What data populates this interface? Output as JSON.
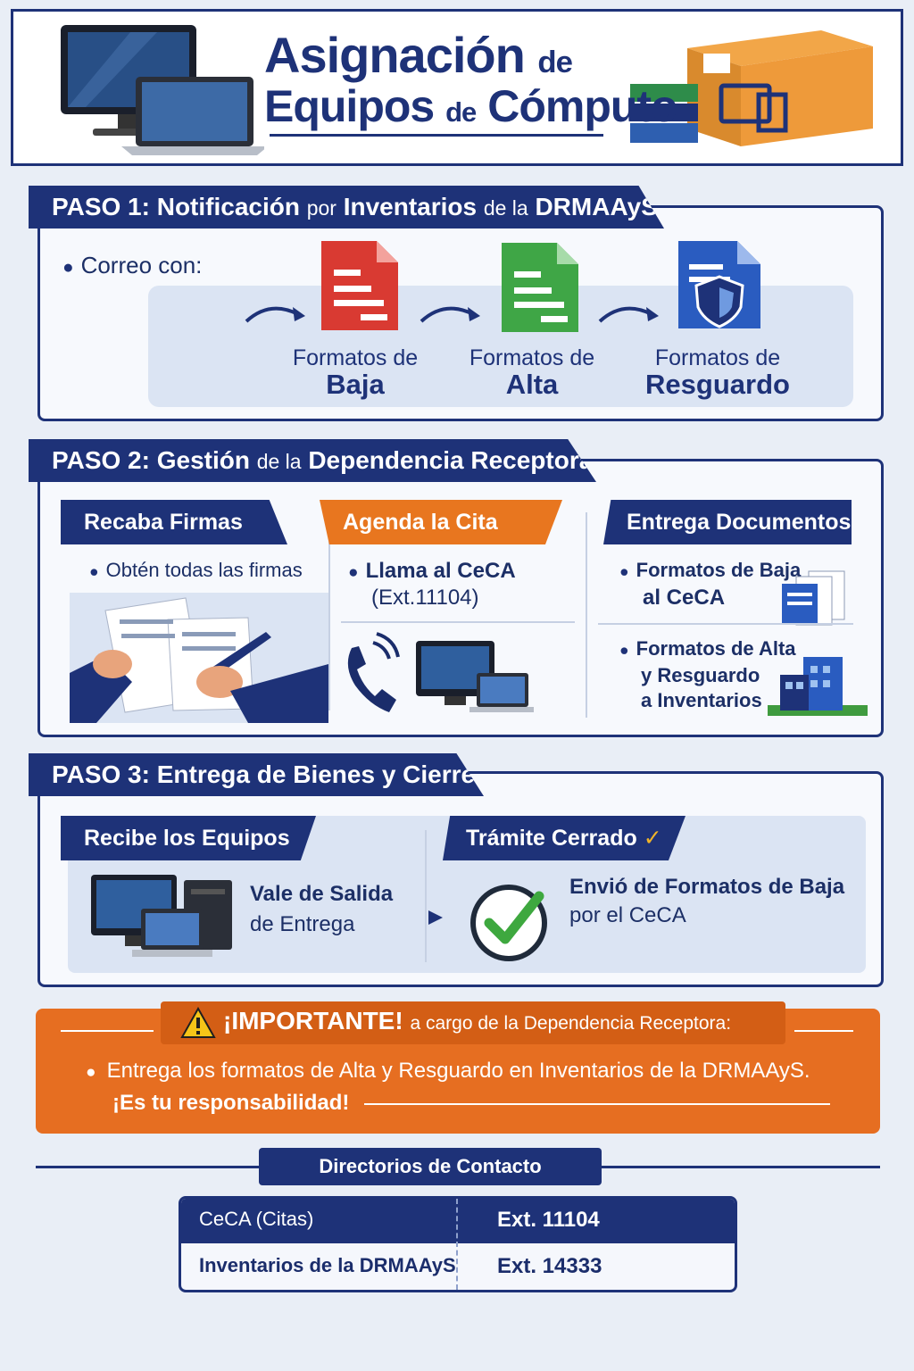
{
  "header": {
    "title_big1": "Asignación",
    "title_small1": "de",
    "title_big2": "Equipos",
    "title_small2": "de",
    "title_big3": "Cómputo"
  },
  "step1": {
    "banner_bold": "PASO 1:",
    "banner_a": "Notificación",
    "banner_b": "por",
    "banner_c": "Inventarios",
    "banner_d": "de la",
    "banner_e": "DRMAAyS",
    "bullet": "Correo con:",
    "docs": [
      {
        "line1": "Formatos de",
        "line2": "Baja",
        "color": "#d93a32",
        "icon": "document-icon"
      },
      {
        "line1": "Formatos de",
        "line2": "Alta",
        "color": "#3fa646",
        "icon": "document-icon"
      },
      {
        "line1": "Formatos de",
        "line2": "Resguardo",
        "color": "#2a5cc0",
        "icon": "shield-document-icon"
      }
    ]
  },
  "step2": {
    "banner_bold": "PASO 2:",
    "banner_a": "Gestión",
    "banner_b": "de la",
    "banner_c": "Dependencia Receptora",
    "col1": {
      "title": "Recaba Firmas",
      "bullet": "Obtén todas las firmas"
    },
    "col2": {
      "title": "Agenda la Cita",
      "line1": "Llama al CeCA",
      "line2": "(Ext.11104)"
    },
    "col3": {
      "title": "Entrega Documentos",
      "item1_a": "Formatos de Baja",
      "item1_b": "al CeCA",
      "item2_a": "Formatos de Alta",
      "item2_b": "y Resguardo",
      "item2_c": "a Inventarios"
    }
  },
  "step3": {
    "banner_bold": "PASO 3:",
    "banner_text": "Entrega de Bienes y Cierre",
    "left_title": "Recibe los Equipos",
    "left_line1": "Vale de Salida",
    "left_line2": "de Entrega",
    "right_title": "Trámite Cerrado",
    "right_line1": "Envió de Formatos de Baja",
    "right_line2": "por el CeCA"
  },
  "important": {
    "title": "¡IMPORTANTE!",
    "subtitle": "a cargo de la Dependencia Receptora:",
    "line1": "Entrega los formatos de Alta y Resguardo en Inventarios de la DRMAAyS.",
    "line2": "¡Es tu responsabilidad!"
  },
  "directory": {
    "title": "Directorios de Contacto",
    "rows": [
      {
        "name": "CeCA (Citas)",
        "ext": "Ext. 11104"
      },
      {
        "name": "Inventarios de la DRMAAyS",
        "ext": "Ext. 14333"
      }
    ]
  },
  "colors": {
    "navy": "#1e3278",
    "orange": "#e8761f",
    "background": "#e9eef6"
  }
}
